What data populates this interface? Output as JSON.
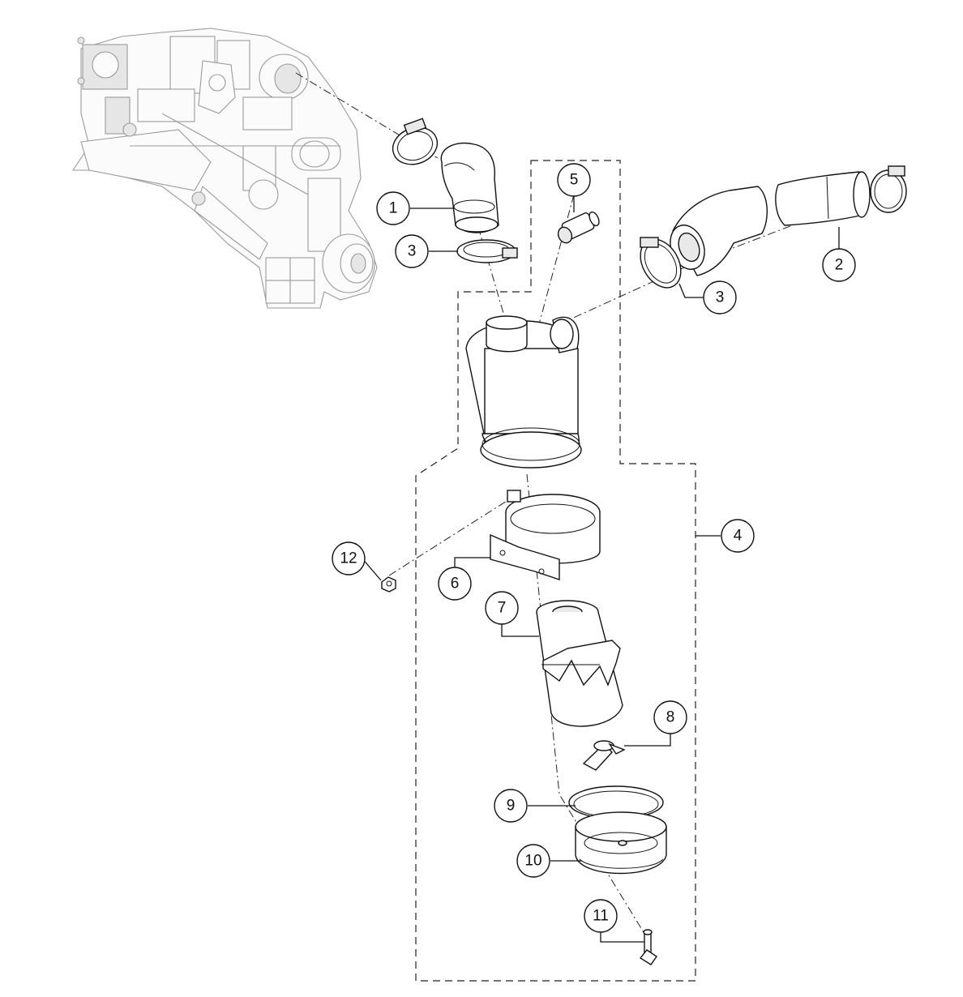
{
  "diagram": {
    "callouts": [
      {
        "id": "1",
        "label": "1"
      },
      {
        "id": "2",
        "label": "2"
      },
      {
        "id": "3a",
        "label": "3"
      },
      {
        "id": "3b",
        "label": "3"
      },
      {
        "id": "4",
        "label": "4"
      },
      {
        "id": "5",
        "label": "5"
      },
      {
        "id": "6",
        "label": "6"
      },
      {
        "id": "7",
        "label": "7"
      },
      {
        "id": "8",
        "label": "8"
      },
      {
        "id": "9",
        "label": "9"
      },
      {
        "id": "10",
        "label": "10"
      },
      {
        "id": "11",
        "label": "11"
      },
      {
        "id": "12",
        "label": "12"
      }
    ]
  }
}
